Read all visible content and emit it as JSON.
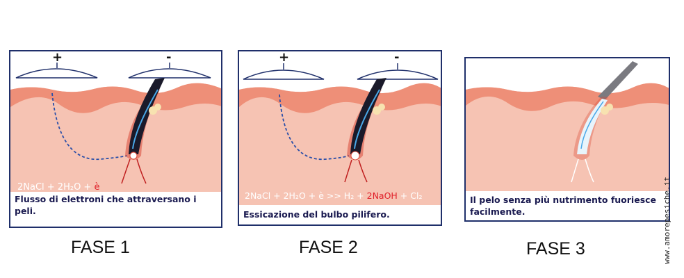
{
  "panels": [
    {
      "plus_sign": "+",
      "minus_sign": "-",
      "formula_plain": "2NaCl + 2H₂O + ",
      "formula_red": "è",
      "caption": "Flusso di elettroni che attraversano i peli.",
      "phase_label": "FASE 1"
    },
    {
      "plus_sign": "+",
      "minus_sign": "-",
      "formula_plain": "2NaCl + 2H₂O + è >> H₂ + ",
      "formula_red": "2NaOH",
      "formula_tail": " + Cl₂",
      "caption": "Essicazione del bulbo pilifero.",
      "phase_label": "FASE 2"
    },
    {
      "caption": "Il pelo senza più nutrimento fuoriesce facilmente.",
      "phase_label": "FASE 3"
    }
  ],
  "watermark": "www.amorepesiche.it",
  "colors": {
    "border": "#1f2f6a",
    "skin_top": "#f3a18c",
    "skin": "#f6c3b3",
    "red_formula": "#e0202a"
  }
}
